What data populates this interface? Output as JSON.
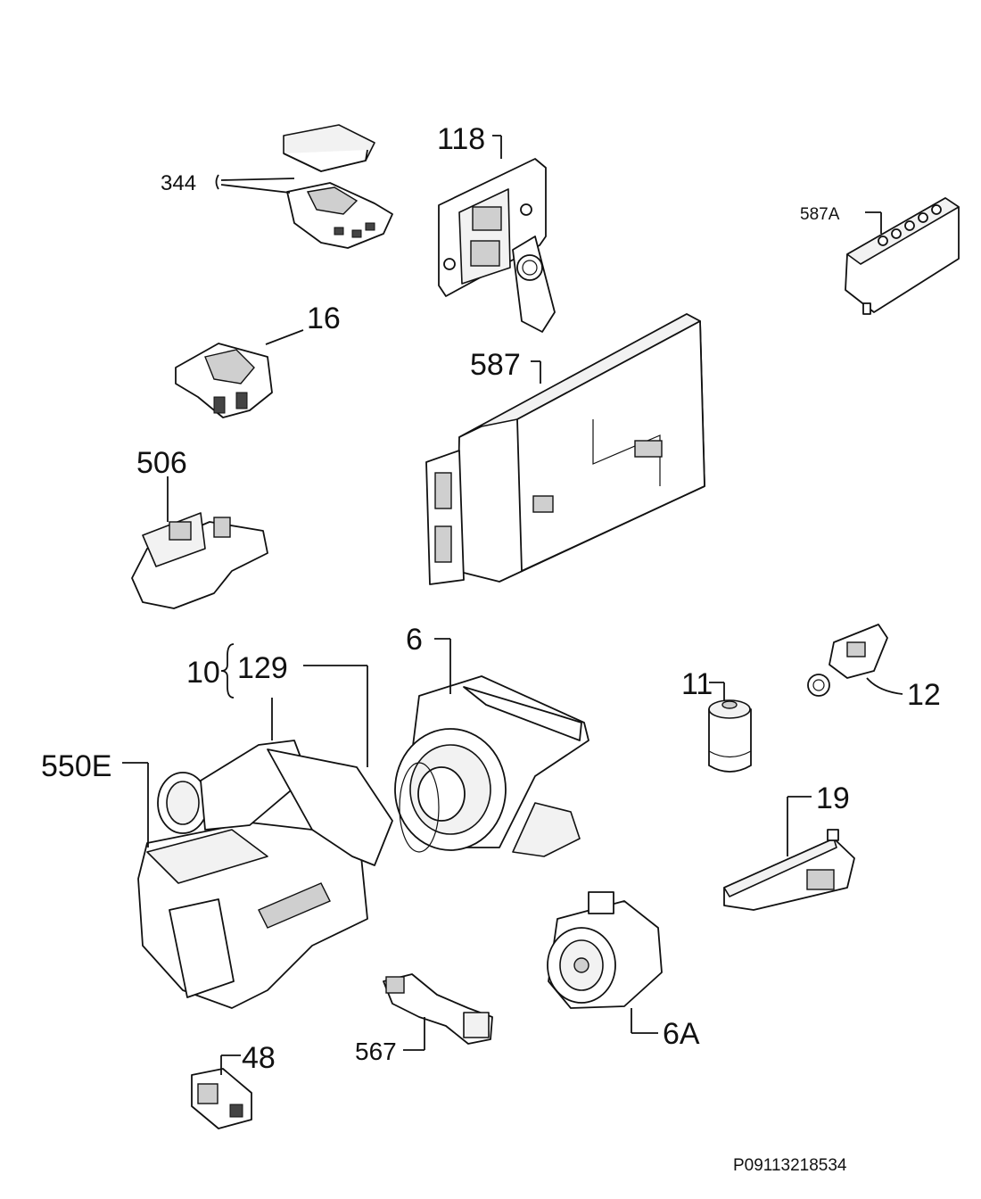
{
  "labels": {
    "l344": "344",
    "l118": "118",
    "l587A": "587A",
    "l16": "16",
    "l587": "587",
    "l506": "506",
    "l6": "6",
    "l10": "10",
    "l129": "129",
    "l11": "11",
    "l12": "12",
    "l550E": "550E",
    "l19": "19",
    "l6A": "6A",
    "l567": "567",
    "l48": "48"
  },
  "reference": "P09113218534"
}
